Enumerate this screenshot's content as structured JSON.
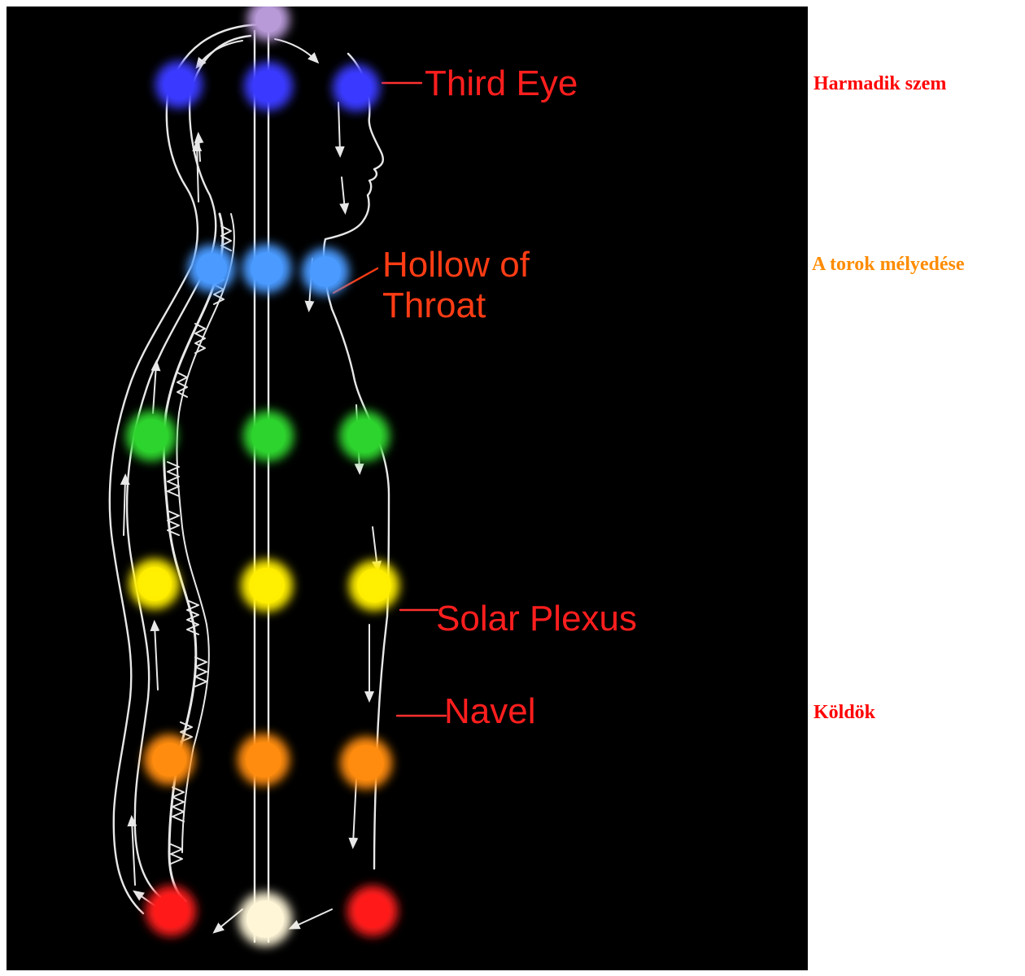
{
  "diagram": {
    "background": "#000000",
    "line_color": "#e8e8e8",
    "labels": [
      {
        "id": "third-eye",
        "text": "Third Eye",
        "color": "#ff1e1e"
      },
      {
        "id": "hollow-of-throat",
        "text": "Hollow of\nThroat",
        "color": "#ff3c14"
      },
      {
        "id": "solar-plexus",
        "text": "Solar Plexus",
        "color": "#ff1e1e"
      },
      {
        "id": "navel",
        "text": "Navel",
        "color": "#ff1e1e"
      }
    ],
    "chakras": [
      {
        "name": "crown",
        "color": "#b89ad8"
      },
      {
        "name": "third-eye",
        "color": "#3a3aff"
      },
      {
        "name": "throat",
        "color": "#4a9aff"
      },
      {
        "name": "heart",
        "color": "#2ed42e"
      },
      {
        "name": "solar-plexus",
        "color": "#ffee00"
      },
      {
        "name": "sacral",
        "color": "#ff8c10"
      },
      {
        "name": "root",
        "color": "#ff1a1a"
      },
      {
        "name": "base-white",
        "color": "#fff6d8"
      }
    ]
  },
  "translations": [
    {
      "id": "third-eye",
      "text": "Harmadik szem",
      "color": "#ff0000"
    },
    {
      "id": "hollow-of-throat",
      "text": "A torok mélyedése",
      "color": "#ff8c00"
    },
    {
      "id": "navel",
      "text": "Köldök",
      "color": "#ff0000"
    }
  ]
}
